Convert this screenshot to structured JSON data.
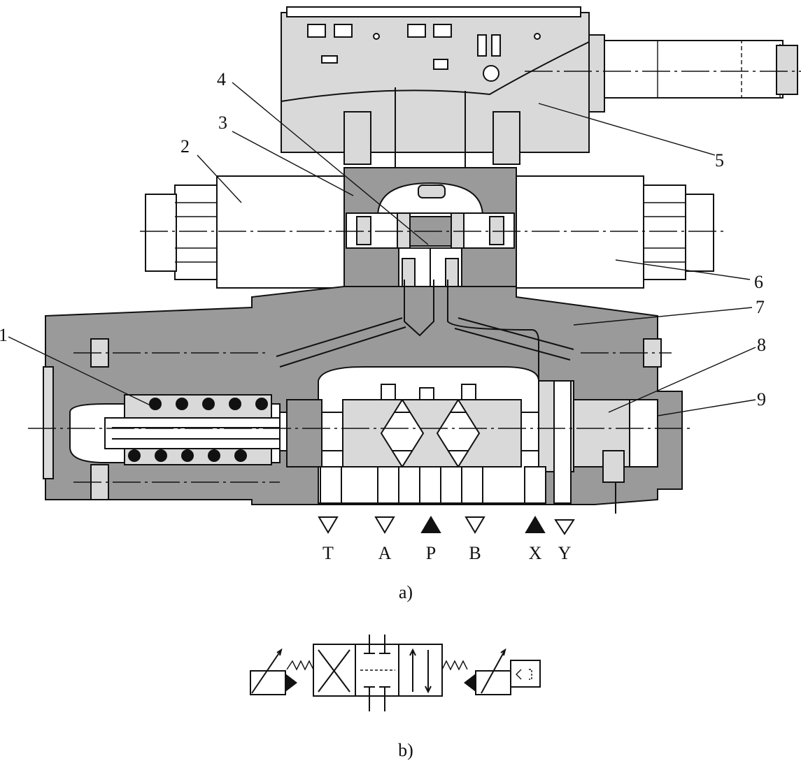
{
  "figure_a": {
    "caption": "a)",
    "callouts": [
      "1",
      "2",
      "3",
      "4",
      "5",
      "6",
      "7",
      "8",
      "9"
    ],
    "ports": [
      {
        "label": "T",
        "marker": "hollow"
      },
      {
        "label": "A",
        "marker": "hollow"
      },
      {
        "label": "P",
        "marker": "filled"
      },
      {
        "label": "B",
        "marker": "hollow"
      },
      {
        "label": "X",
        "marker": "filled"
      },
      {
        "label": "Y",
        "marker": "hollow"
      }
    ]
  },
  "figure_b": {
    "caption": "b)"
  }
}
